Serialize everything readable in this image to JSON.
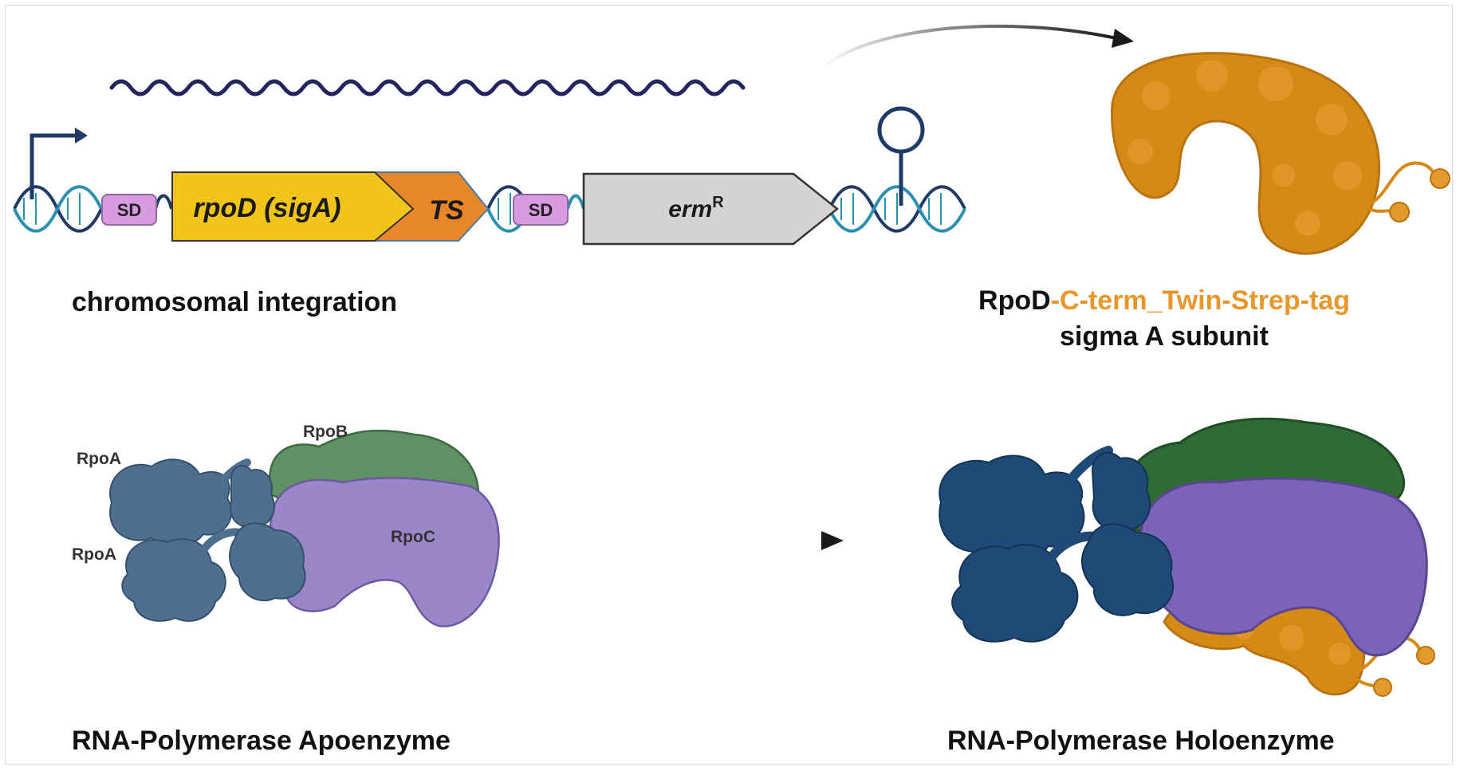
{
  "gene_construct": {
    "sd_label": "SD",
    "gene_label": "rpoD (sigA)",
    "tag_label": "TS",
    "marker_label": "erm",
    "marker_superscript": "R"
  },
  "captions": {
    "integration": "chromosomal integration",
    "protein_prefix": "RpoD",
    "protein_tag": "-C-term_Twin-Strep-tag",
    "protein_line2": "sigma A subunit",
    "apoenzyme": "RNA-Polymerase Apoenzyme",
    "holoenzyme": "RNA-Polymerase Holoenzyme"
  },
  "subunits": {
    "rpoa_top": "RpoA",
    "rpoa_bottom": "RpoA",
    "rpob": "RpoB",
    "rpoc": "RpoC"
  },
  "colors": {
    "dna_dark": "#1f3a66",
    "dna_teal": "#2b8fb0",
    "mrna": "#23235e",
    "sd_box": "#d99be0",
    "gene_yellow": "#f0c419",
    "tag_orange": "#e8862a",
    "marker_grey": "#d2d4d6",
    "sigma_orange": "#d68a16",
    "rpoa_blue": "#4f6f8f",
    "rpob_green": "#5e9163",
    "rpoc_purple": "#9b86c9",
    "holo_blue": "#1f4a78",
    "holo_green": "#2e6b35",
    "holo_purple": "#7a63b8"
  }
}
